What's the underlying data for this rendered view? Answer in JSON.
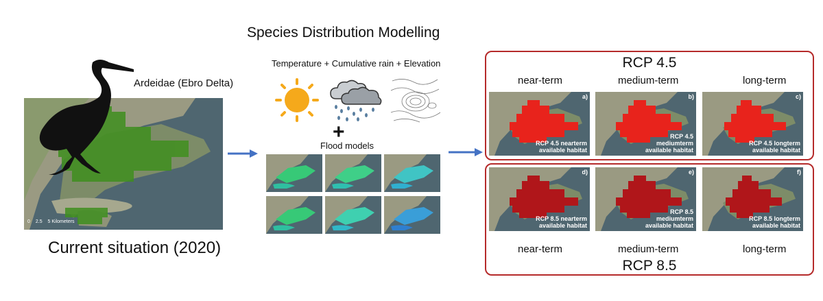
{
  "header": {
    "title": "Species Distribution Modelling"
  },
  "left": {
    "label": "Ardeidae (Ebro Delta)",
    "caption": "Current situation (2020)",
    "scale_ticks": [
      "0",
      "2.5",
      "5 Kilometers"
    ]
  },
  "middle": {
    "inputs_label": "Temperature + Cumulative rain + Elevation",
    "plus": "+",
    "flood_label": "Flood models"
  },
  "rcp45": {
    "title": "RCP 4.5",
    "terms": [
      "near-term",
      "medium-term",
      "long-term"
    ],
    "panels": [
      {
        "letter": "a)",
        "cap1": "RCP 4.5 nearterm",
        "cap2": "available habitat"
      },
      {
        "letter": "b)",
        "cap1": "RCP 4.5 mediumterm",
        "cap2": "available habitat"
      },
      {
        "letter": "c)",
        "cap1": "RCP 4.5 longterm",
        "cap2": "available habitat"
      }
    ]
  },
  "rcp85": {
    "title": "RCP 8.5",
    "terms": [
      "near-term",
      "medium-term",
      "long-term"
    ],
    "panels": [
      {
        "letter": "d)",
        "cap1": "RCP 8.5 nearterm",
        "cap2": "available habitat"
      },
      {
        "letter": "e)",
        "cap1": "RCP 8.5 mediumterm",
        "cap2": "available habitat"
      },
      {
        "letter": "f)",
        "cap1": "RCP 8.5 longterm",
        "cap2": "available habitat"
      }
    ]
  },
  "colors": {
    "arrow": "#4472c4",
    "box_border": "#b52a2a",
    "habitat_current": "#3f8f1f",
    "habitat_45": "#e8231c",
    "habitat_85": "#b0161a",
    "sun": "#f5a91b",
    "cloud": "#9aa0a6"
  }
}
